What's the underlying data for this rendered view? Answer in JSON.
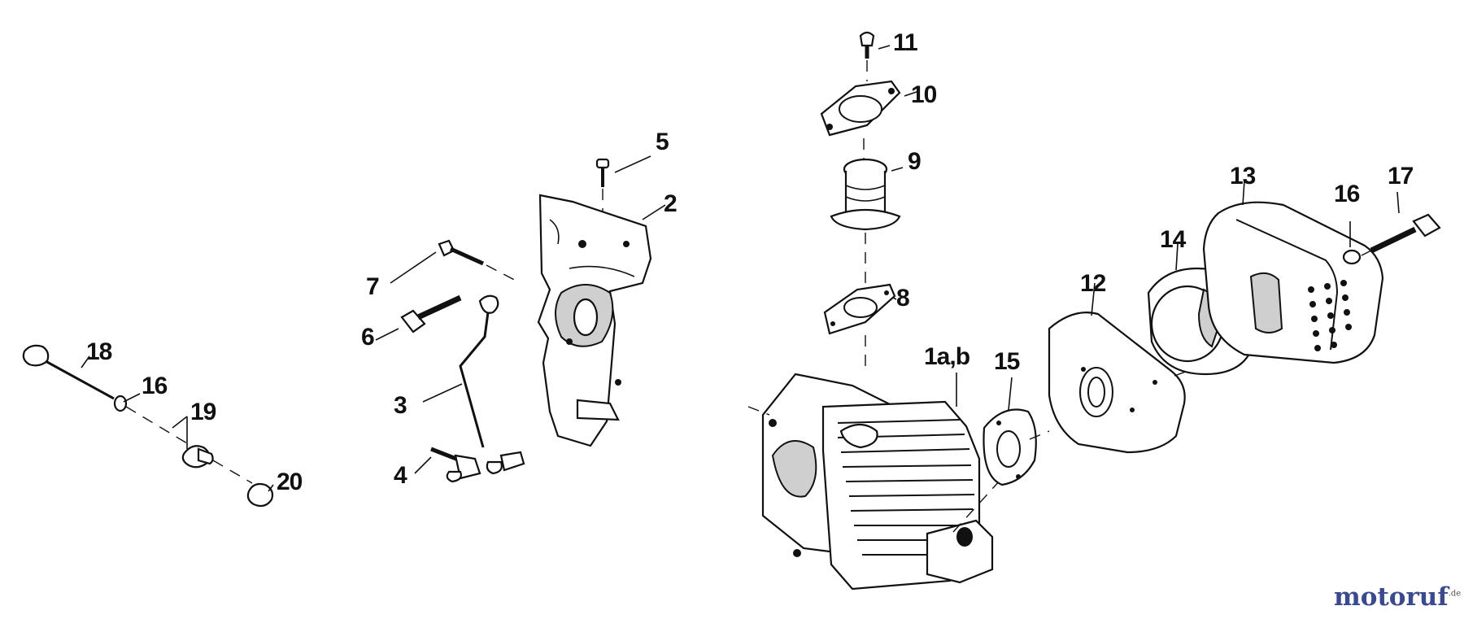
{
  "labels": {
    "l1ab": "1a,b",
    "l2": "2",
    "l3": "3",
    "l4": "4",
    "l5": "5",
    "l6": "6",
    "l7": "7",
    "l8": "8",
    "l9": "9",
    "l10": "10",
    "l11": "11",
    "l12": "12",
    "l13": "13",
    "l14": "14",
    "l15": "15",
    "l16a": "16",
    "l16b": "16",
    "l17": "17",
    "l18": "18",
    "l19": "19",
    "l20": "20"
  },
  "watermark": {
    "main": "motoruf",
    "suffix": ".de"
  }
}
